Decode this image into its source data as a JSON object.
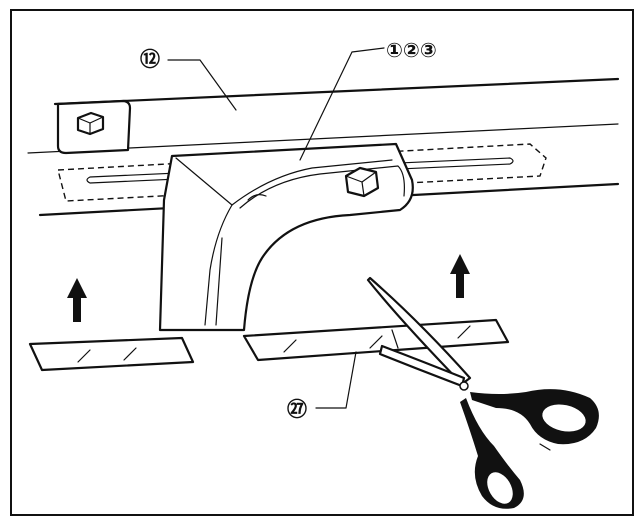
{
  "callouts": {
    "label_12": "⑫",
    "label_123": "①②③",
    "label_27": "㉗"
  }
}
